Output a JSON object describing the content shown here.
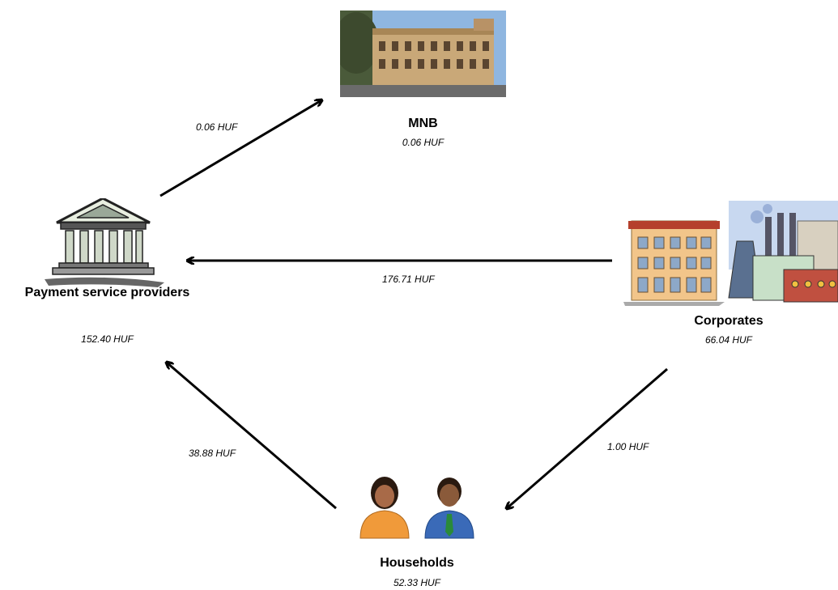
{
  "nodes": {
    "mnb": {
      "name": "MNB",
      "value": "0.06 HUF",
      "icon": "central-bank-building-icon"
    },
    "psp": {
      "name": "Payment service providers",
      "value": "152.40 HUF",
      "icon": "bank-building-icon"
    },
    "corporates": {
      "name": "Corporates",
      "value": "66.04 HUF",
      "icon": "factory-office-icon"
    },
    "households": {
      "name": "Households",
      "value": "52.33 HUF",
      "icon": "people-icon"
    }
  },
  "flows": {
    "psp_to_mnb": "0.06 HUF",
    "corporates_to_psp": "176.71 HUF",
    "corporates_to_households": "1.00 HUF",
    "households_to_psp": "38.88 HUF"
  }
}
